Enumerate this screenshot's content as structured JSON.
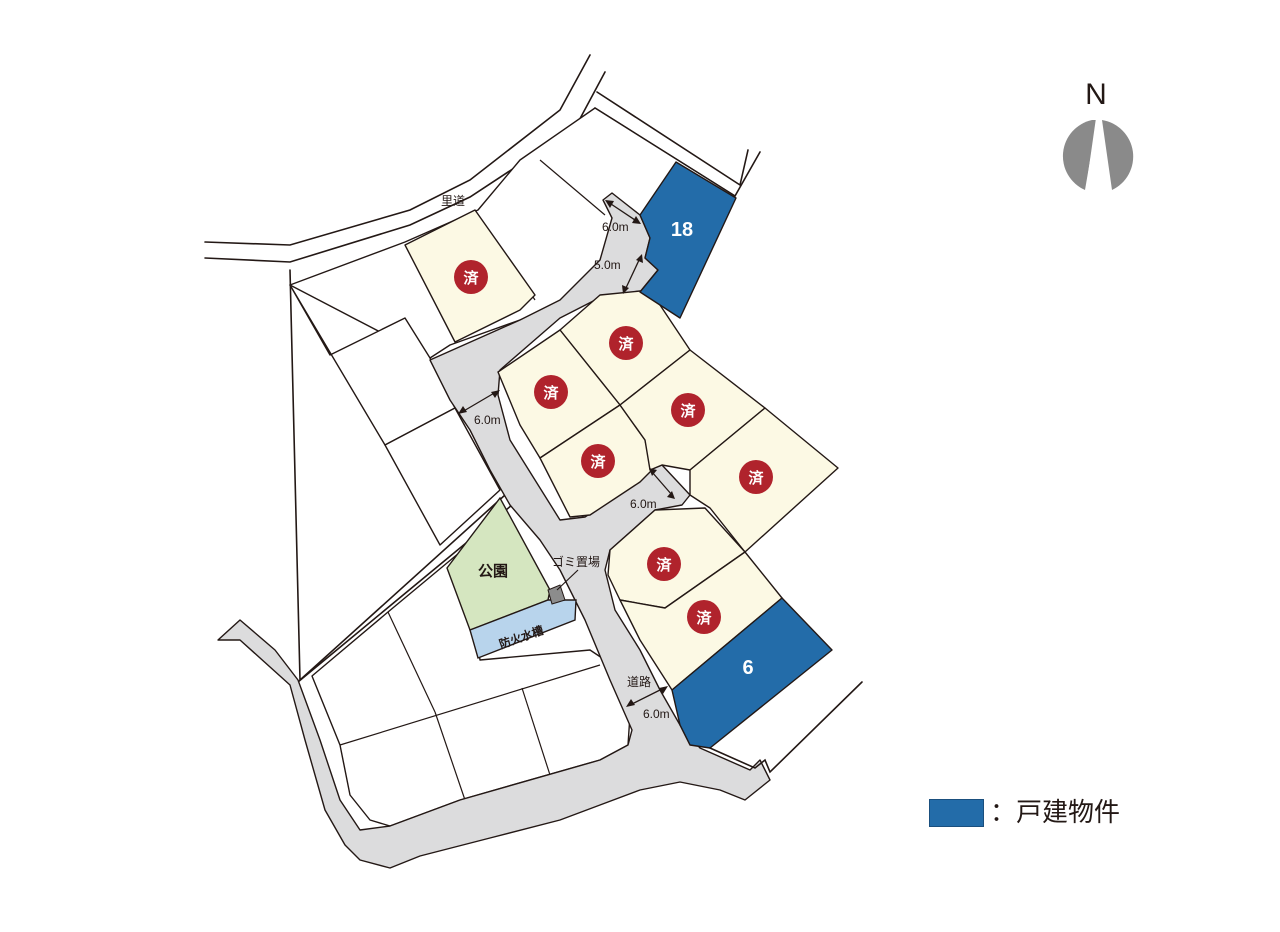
{
  "north_label": "N",
  "legend": {
    "color": "#236ca9",
    "label": "：戸建物件"
  },
  "labels": {
    "satomichi": "里道",
    "park": "公園",
    "garbage": "ゴミ置場",
    "fire_tank": "防火水槽",
    "road": "道路"
  },
  "dimensions": [
    "6.0m",
    "5.0m",
    "6.0m",
    "6.0m",
    "6.0m"
  ],
  "sold_mark": "済",
  "available_lots": [
    "18",
    "6"
  ],
  "colors": {
    "available": "#236ca9",
    "sold_lot": "#fcf9e4",
    "sold_badge": "#b0232c",
    "road": "#dcdcdd",
    "park": "#d5e6c0",
    "fire_tank": "#b8d4ec"
  }
}
